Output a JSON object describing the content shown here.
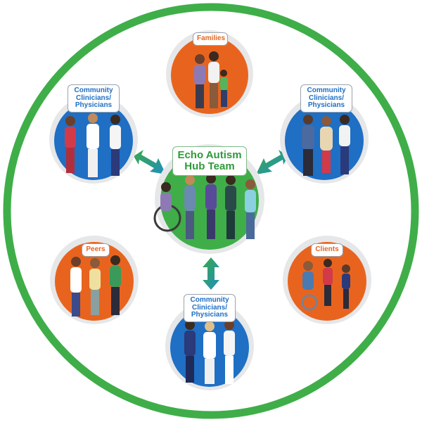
{
  "hub": {
    "title_line1": "Echo Autism",
    "title_line2": "Hub Team"
  },
  "nodes": {
    "families": {
      "label": "Families",
      "theme": "orange"
    },
    "clinicians_left": {
      "line1": "Community",
      "line2": "Clinicians/",
      "line3": "Physicians",
      "theme": "blue"
    },
    "clinicians_right": {
      "line1": "Community",
      "line2": "Clinicians/",
      "line3": "Physicians",
      "theme": "blue"
    },
    "peers": {
      "label": "Peers",
      "theme": "orange"
    },
    "clients": {
      "label": "Clients",
      "theme": "orange"
    },
    "clinicians_bottom": {
      "line1": "Community",
      "line2": "Clinicians/",
      "line3": "Physicians",
      "theme": "blue"
    }
  },
  "colors": {
    "ring": "#3fae49",
    "hub_fill": "#3fae49",
    "blue_node": "#1f6fc4",
    "orange_node": "#e8641e",
    "arrow": "#3aa84a",
    "arrow_alt": "#1f8fbf",
    "halo": "#e6e7e9"
  }
}
